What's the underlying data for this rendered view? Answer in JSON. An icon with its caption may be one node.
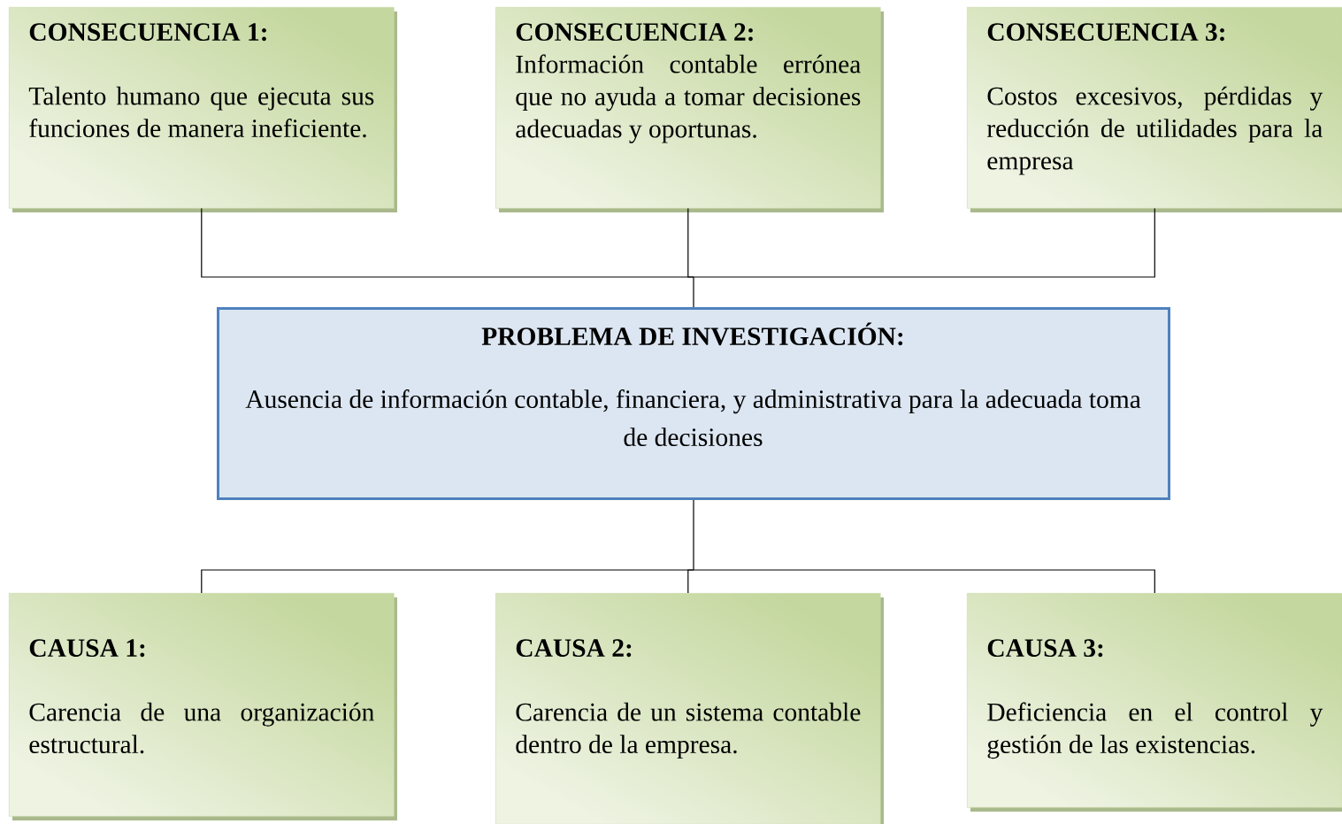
{
  "diagram": {
    "nodes": [
      {
        "text": [
          "CONSECUENCIA 1:",
          "Talento humano que ejecuta sus funciones de manera ineficiente."
        ]
      },
      {
        "text": [
          "CONSECUENCIA 2:",
          "Información contable errónea que no ayuda a tomar decisiones adecuadas y oportunas."
        ]
      },
      {
        "text": [
          "CONSECUENCIA 3:",
          "Costos excesivos, pérdidas y reducción de utilidades para la empresa"
        ]
      },
      {
        "text": [
          "PROBLEMA DE INVESTIGACIÓN:",
          "Ausencia de información contable, financiera, y administrativa para la adecuada toma de decisiones"
        ]
      },
      {
        "text": [
          "CAUSA 1:",
          "Carencia de una organización estructural."
        ]
      },
      {
        "text": [
          "CAUSA 2:",
          "Carencia de un sistema contable dentro de la empresa."
        ]
      },
      {
        "text": [
          "CAUSA 3:",
          "Deficiencia en el control y gestión de las existencias."
        ]
      }
    ],
    "edges": [
      {
        "from": 3,
        "to": 0,
        "arrow": "none"
      },
      {
        "from": 3,
        "to": 1,
        "arrow": "none"
      },
      {
        "from": 3,
        "to": 2,
        "arrow": "none"
      },
      {
        "from": 3,
        "to": 4,
        "arrow": "none"
      },
      {
        "from": 3,
        "to": 5,
        "arrow": "none"
      },
      {
        "from": 3,
        "to": 6,
        "arrow": "none"
      }
    ]
  }
}
